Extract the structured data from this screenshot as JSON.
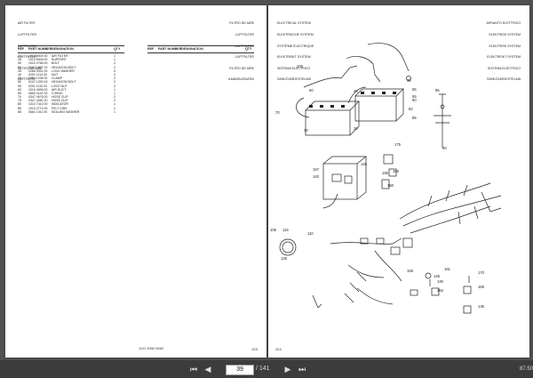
{
  "left_page": {
    "header_left": [
      "AIR FILTER",
      "LUFTFILTER",
      "LUFTFILTER",
      "LUFTFILTER",
      "FILTRO DE AIRE",
      "LUFTFILTRI"
    ],
    "header_right": [
      "FILTRO DE AIRE",
      "LUFTFILTER",
      "LUFTFILTER",
      "LUFTFILTER",
      "FILTRO DE AIRE",
      "ILMANSUODATIN"
    ],
    "col_left": {
      "ref": "REF",
      "part_number": "PART NUMBER",
      "designation": "DESIGNATION",
      "qty": "QTY"
    },
    "col_right": {
      "ref": "REF",
      "part_number": "PART NUMBER",
      "designation": "DESIGNATION",
      "qty": "QTY"
    },
    "rows": [
      {
        "ref": "20",
        "pn": "1010 5004 00",
        "des": "AIR FILTER",
        "qty": "1"
      },
      {
        "ref": "25",
        "pn": "1010 5005 00",
        "des": "SUPPORT",
        "qty": "1"
      },
      {
        "ref": "30",
        "pn": "1010 2766 00",
        "des": "BOLT",
        "qty": "2"
      },
      {
        "ref": "32",
        "pn": "0147 1327 02",
        "des": "HEXAGON BOLT",
        "qty": "2"
      },
      {
        "ref": "35",
        "pn": "0266 0031 00",
        "des": "LOCK WASHER",
        "qty": "4"
      },
      {
        "ref": "40",
        "pn": "0291 1114 00",
        "des": "NUT",
        "qty": "2"
      },
      {
        "ref": "45",
        "pn": "3350 1238 00",
        "des": "CLAMP",
        "qty": "2"
      },
      {
        "ref": "50",
        "pn": "0147 1330 03",
        "des": "HEXAGON BOLT",
        "qty": "2"
      },
      {
        "ref": "55",
        "pn": "0291 1116 00",
        "des": "LOCK NUT",
        "qty": "2"
      },
      {
        "ref": "60",
        "pn": "1010 4999 00",
        "des": "AIR DUCT",
        "qty": "1"
      },
      {
        "ref": "65",
        "pn": "0663 4141 00",
        "des": "O-RING",
        "qty": "1"
      },
      {
        "ref": "70",
        "pn": "0347 4576 00",
        "des": "HOSE CLIP",
        "qty": "2"
      },
      {
        "ref": "75",
        "pn": "0347 4281 00",
        "des": "HOSE CLIP",
        "qty": "2"
      },
      {
        "ref": "80",
        "pn": "1010 7413 00",
        "des": "INDICATOR",
        "qty": "1"
      },
      {
        "ref": "85",
        "pn": "1010 2774 00",
        "des": "FELT DISK",
        "qty": "1"
      },
      {
        "ref": "86",
        "pn": "0661 1011 00",
        "des": "SEALING WASHER",
        "qty": "1"
      }
    ],
    "footer": "1011 4968 00/82",
    "page_number": "423"
  },
  "right_page": {
    "header_left": [
      "ELECTRICAL SYSTEM",
      "ELEKTRISCHE SYSTEM",
      "SYSTÈME ÉLECTRIQUE",
      "ELEKTRISKT SYSTEM",
      "SISTEMA ELÉCTRICO",
      "SÄHKÖJÄRJESTELMÄ"
    ],
    "header_right": [
      "IMPIANTO ELETTRICO",
      "ELEKTRISK SYSTEM",
      "ELEKTRISK SYSTEM",
      "ELEKTRISKT SYSTEM",
      "SISTEMA ELÉCTRICO",
      "SÄHKÖJÄRJESTELMÄ"
    ],
    "page_number": "424",
    "callouts": [
      "100",
      "60",
      "40",
      "80",
      "50",
      "95",
      "45",
      "30",
      "20",
      "70",
      "65",
      "85",
      "90",
      "55",
      "175",
      "157",
      "140",
      "145",
      "160",
      "150",
      "165",
      "105",
      "115",
      "110",
      "125",
      "161",
      "155",
      "130",
      "170",
      "146",
      "162",
      "168",
      "135"
    ]
  },
  "toolbar": {
    "current_page": "39",
    "total_pages": "/ 141",
    "zoom": "87.50",
    "first_icon": "first-page-icon",
    "prev_icon": "prev-page-icon",
    "next_icon": "next-page-icon",
    "last_icon": "last-page-icon"
  }
}
